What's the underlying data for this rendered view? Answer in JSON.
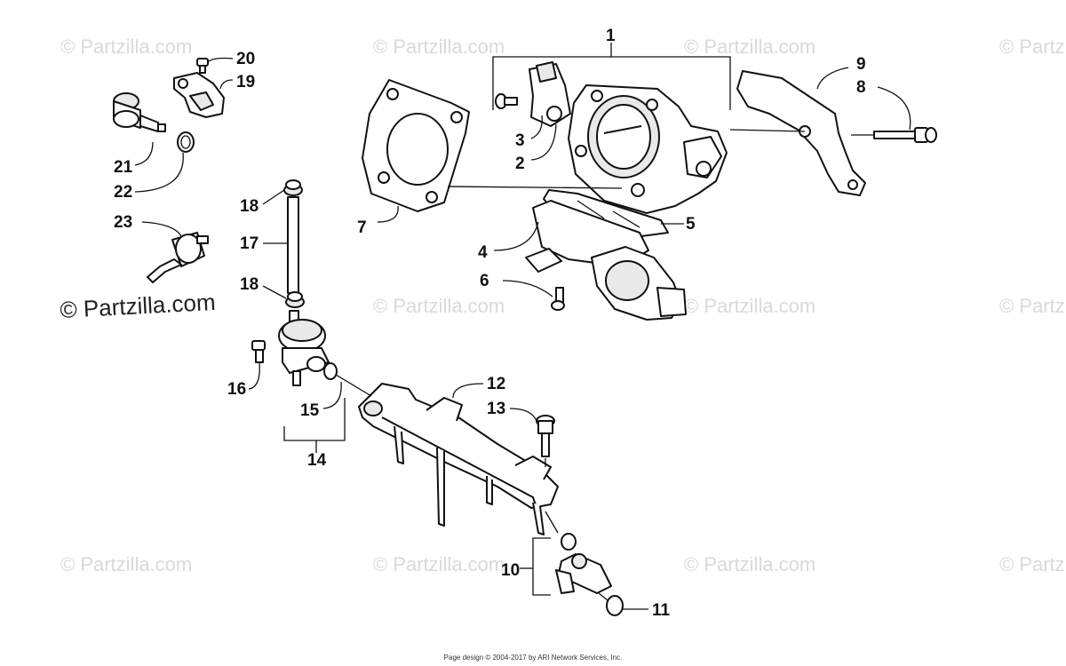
{
  "watermarks": {
    "text": "© Partzilla.com",
    "main": "© Partzilla.com"
  },
  "callouts": {
    "c1": "1",
    "c2": "2",
    "c3": "3",
    "c4": "4",
    "c5": "5",
    "c6": "6",
    "c7": "7",
    "c8": "8",
    "c9": "9",
    "c10": "10",
    "c11": "11",
    "c12": "12",
    "c13": "13",
    "c14": "14",
    "c15": "15",
    "c16": "16",
    "c17": "17",
    "c18a": "18",
    "c18b": "18",
    "c19": "19",
    "c20": "20",
    "c21": "21",
    "c22": "22",
    "c23": "23"
  },
  "footer": "Page design © 2004-2017 by ARI Network Services, Inc."
}
